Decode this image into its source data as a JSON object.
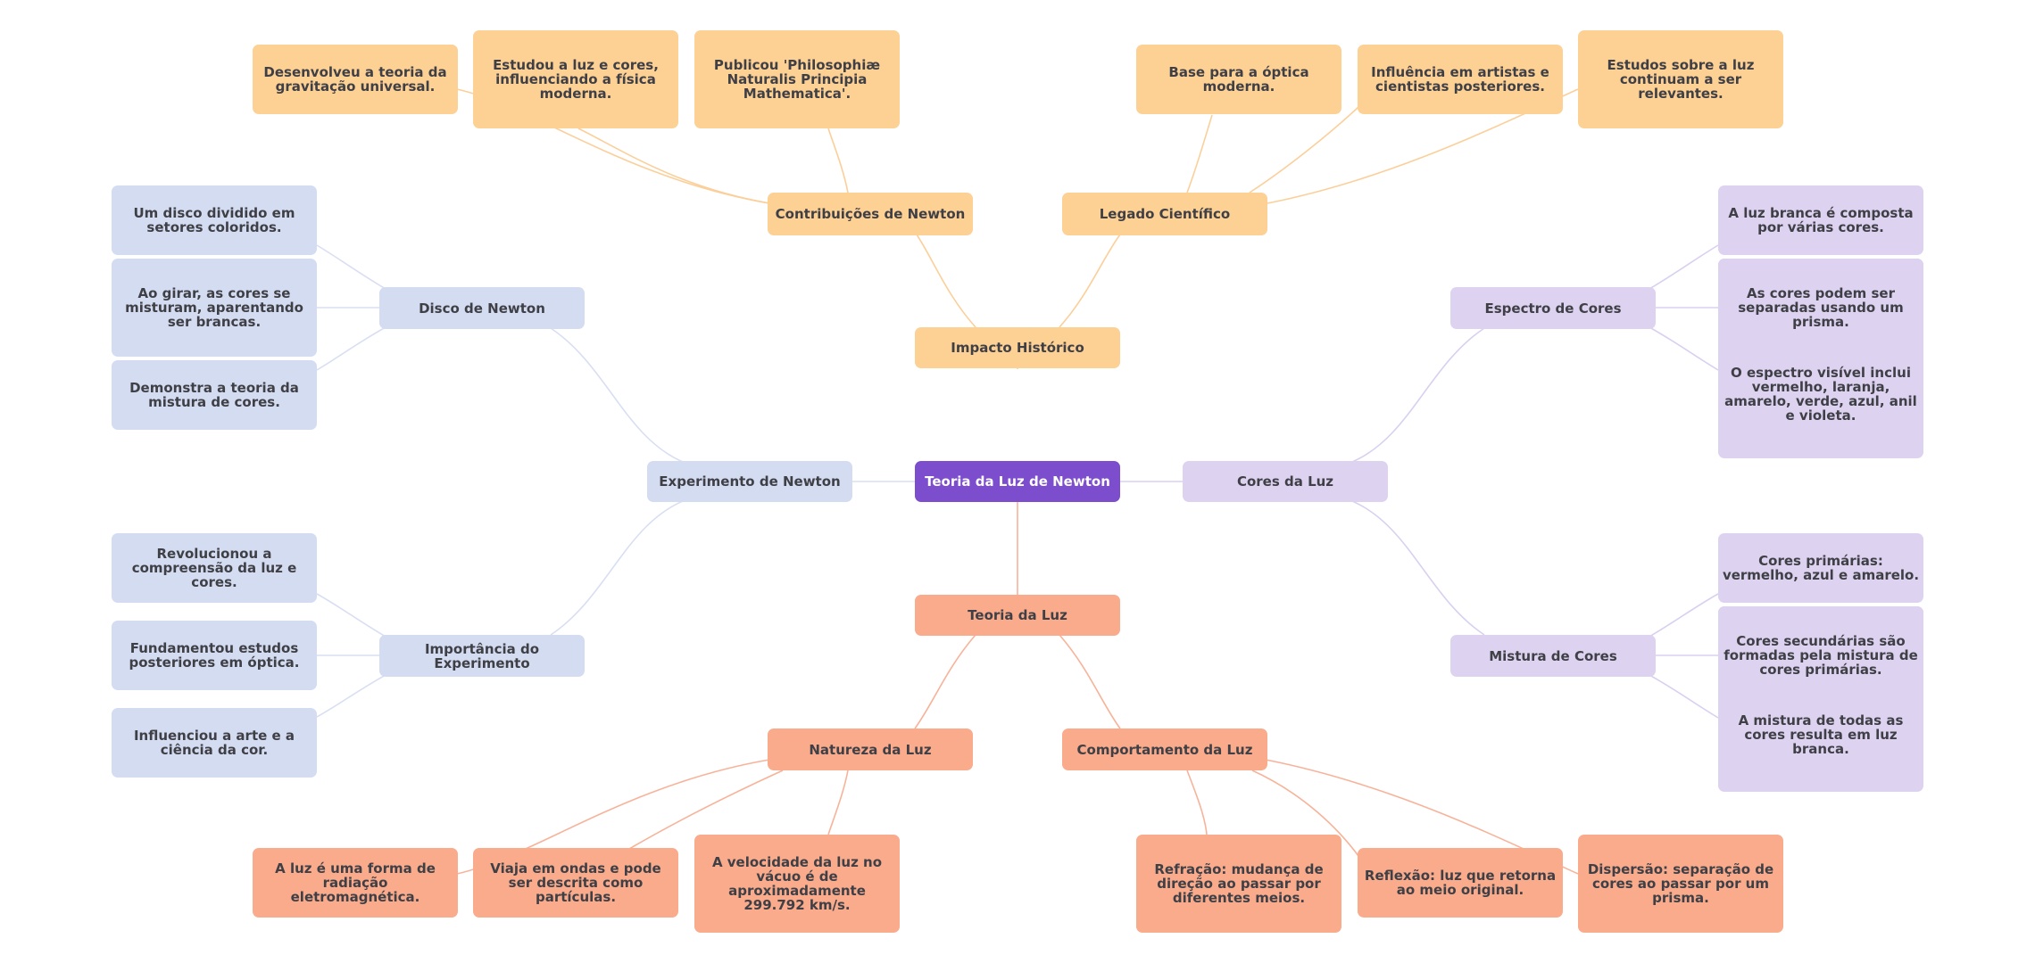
{
  "colors": {
    "root": "#7c4dcc",
    "historico": "#fdd094",
    "teoria": "#f9ab8c",
    "experimento": "#d4dcf1",
    "cores": "#ded2f1",
    "link_historico": "#fbcf9a",
    "link_teoria": "#f7b39a",
    "link_experimento": "#d9dff2",
    "link_cores": "#d9d0f0"
  },
  "root": {
    "label": "Teoria da Luz de Newton"
  },
  "impacto": {
    "label": "Impacto Histórico",
    "contribuicoes": {
      "label": "Contribuições de Newton",
      "items": [
        "Desenvolveu a teoria da gravitação universal.",
        "Estudou a luz e cores, influenciando a física moderna.",
        "Publicou 'Philosophiæ Naturalis Principia Mathematica'."
      ]
    },
    "legado": {
      "label": "Legado Científico",
      "items": [
        "Base para a óptica moderna.",
        "Influência em artistas e cientistas posteriores.",
        "Estudos sobre a luz continuam a ser relevantes."
      ]
    }
  },
  "teoria": {
    "label": "Teoria da Luz",
    "natureza": {
      "label": "Natureza da Luz",
      "items": [
        "A luz é uma forma de radiação eletromagnética.",
        "Viaja em ondas e pode ser descrita como partículas.",
        "A velocidade da luz no vácuo é de aproximadamente 299.792 km/s."
      ]
    },
    "comportamento": {
      "label": "Comportamento da Luz",
      "items": [
        "Refração: mudança de direção ao passar por diferentes meios.",
        "Reflexão: luz que retorna ao meio original.",
        "Dispersão: separação de cores ao passar por um prisma."
      ]
    }
  },
  "experimento": {
    "label": "Experimento de Newton",
    "disco": {
      "label": "Disco de Newton",
      "items": [
        "Um disco dividido em setores coloridos.",
        "Ao girar, as cores se misturam, aparentando ser brancas.",
        "Demonstra a teoria da mistura de cores."
      ]
    },
    "importancia": {
      "label": "Importância do Experimento",
      "items": [
        "Revolucionou a compreensão da luz e cores.",
        "Fundamentou estudos posteriores em óptica.",
        "Influenciou a arte e a ciência da cor."
      ]
    }
  },
  "cores": {
    "label": "Cores da Luz",
    "espectro": {
      "label": "Espectro de Cores",
      "items": [
        "A luz branca é composta por várias cores.",
        "As cores podem ser separadas usando um prisma.",
        "O espectro visível inclui vermelho, laranja, amarelo, verde, azul, anil e violeta."
      ]
    },
    "mistura": {
      "label": "Mistura de Cores",
      "items": [
        "Cores primárias: vermelho, azul e amarelo.",
        "Cores secundárias são formadas pela mistura de cores primárias.",
        "A mistura de todas as cores resulta em luz branca."
      ]
    }
  }
}
